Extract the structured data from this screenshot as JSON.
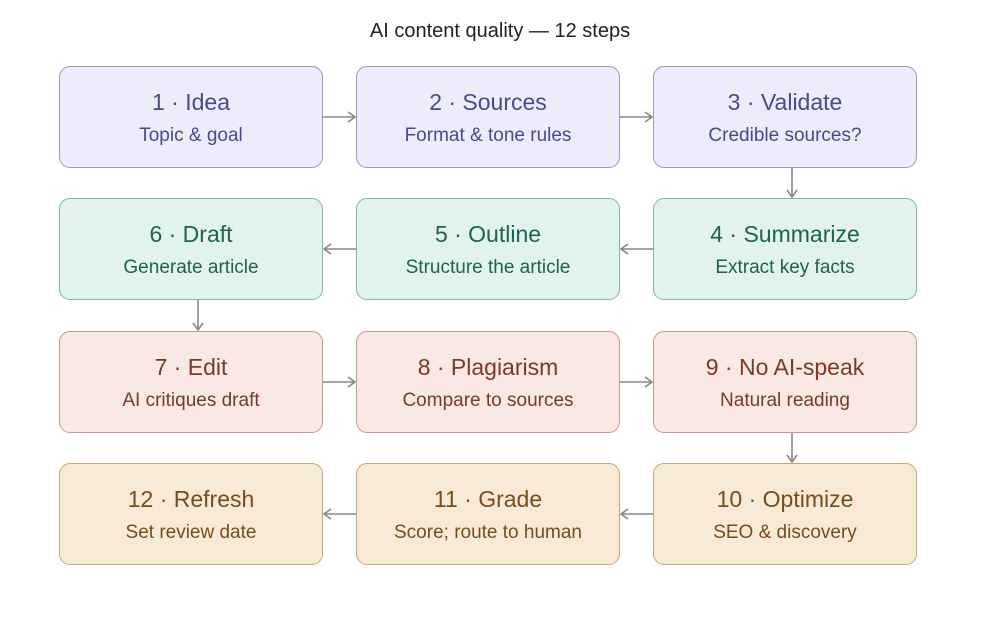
{
  "title": "AI content quality — 12 steps",
  "palette": {
    "purple": {
      "fill": "#ececfb",
      "stroke": "#9a96cc",
      "text": "#4d478f"
    },
    "green": {
      "fill": "#e1f3ec",
      "stroke": "#7fb79f",
      "text": "#1f6446"
    },
    "red": {
      "fill": "#f9e8e3",
      "stroke": "#c99a8c",
      "text": "#7a3b23"
    },
    "orange": {
      "fill": "#f8ead6",
      "stroke": "#c9a679",
      "text": "#7a4c1a"
    },
    "arrow": "#888888"
  },
  "steps": [
    {
      "n": 1,
      "heading": "1 · Idea",
      "sub": "Topic & goal",
      "color": "purple"
    },
    {
      "n": 2,
      "heading": "2 · Sources",
      "sub": "Format & tone rules",
      "color": "purple"
    },
    {
      "n": 3,
      "heading": "3 · Validate",
      "sub": "Credible sources?",
      "color": "purple"
    },
    {
      "n": 4,
      "heading": "4 · Summarize",
      "sub": "Extract key facts",
      "color": "green"
    },
    {
      "n": 5,
      "heading": "5 · Outline",
      "sub": "Structure the article",
      "color": "green"
    },
    {
      "n": 6,
      "heading": "6 · Draft",
      "sub": "Generate article",
      "color": "green"
    },
    {
      "n": 7,
      "heading": "7 · Edit",
      "sub": "AI critiques draft",
      "color": "red"
    },
    {
      "n": 8,
      "heading": "8 · Plagiarism",
      "sub": "Compare to sources",
      "color": "red"
    },
    {
      "n": 9,
      "heading": "9 · No AI-speak",
      "sub": "Natural reading",
      "color": "red"
    },
    {
      "n": 10,
      "heading": "10 · Optimize",
      "sub": "SEO & discovery",
      "color": "orange"
    },
    {
      "n": 11,
      "heading": "11 · Grade",
      "sub": "Score; route to human",
      "color": "orange"
    },
    {
      "n": 12,
      "heading": "12 · Refresh",
      "sub": "Set review date",
      "color": "orange"
    }
  ],
  "flow": [
    [
      1,
      2
    ],
    [
      2,
      3
    ],
    [
      3,
      4
    ],
    [
      4,
      5
    ],
    [
      5,
      6
    ],
    [
      6,
      7
    ],
    [
      7,
      8
    ],
    [
      8,
      9
    ],
    [
      9,
      10
    ],
    [
      10,
      11
    ],
    [
      11,
      12
    ]
  ]
}
